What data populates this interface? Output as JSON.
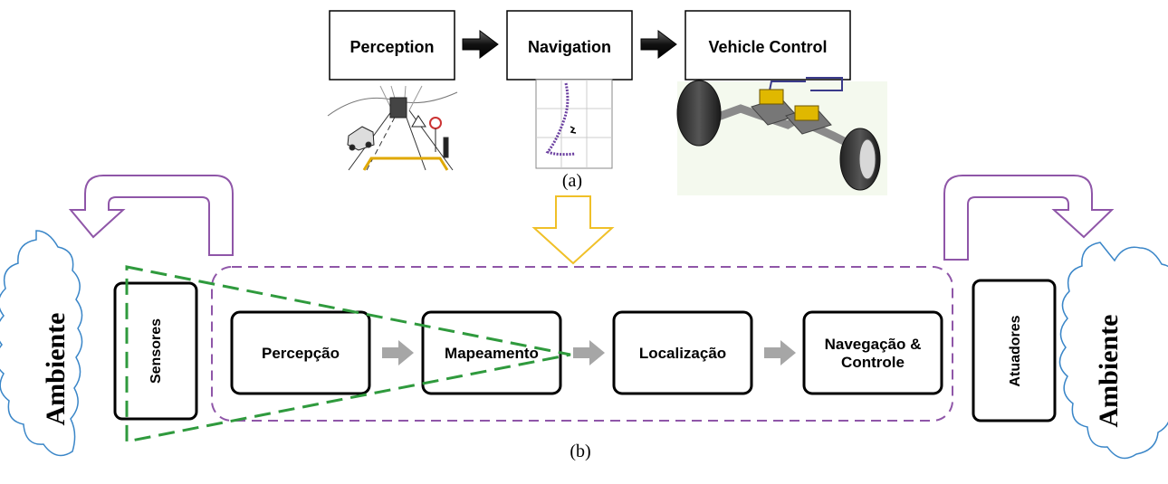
{
  "top_pipeline": {
    "stages": [
      "Perception",
      "Navigation",
      "Vehicle Control"
    ],
    "caption": "(a)"
  },
  "bottom_pipeline": {
    "sensors": "Sensores",
    "modules": [
      "Percepção",
      "Mapeamento",
      "Localização",
      "Navegação &",
      "Controle"
    ],
    "actuators": "Atuadores",
    "environment_left": "Ambiente",
    "environment_right": "Ambiente",
    "caption": "(b)"
  },
  "colors": {
    "cloud": "#3a86c8",
    "curved_arrow": "#8f56a8",
    "down_arrow": "#f0c028",
    "dashed_group": "#8f56a8",
    "sensor_cone": "#2f9a3d",
    "small_arrow": "#a6a6a6",
    "dark_arrow": "#1a1a1a"
  }
}
